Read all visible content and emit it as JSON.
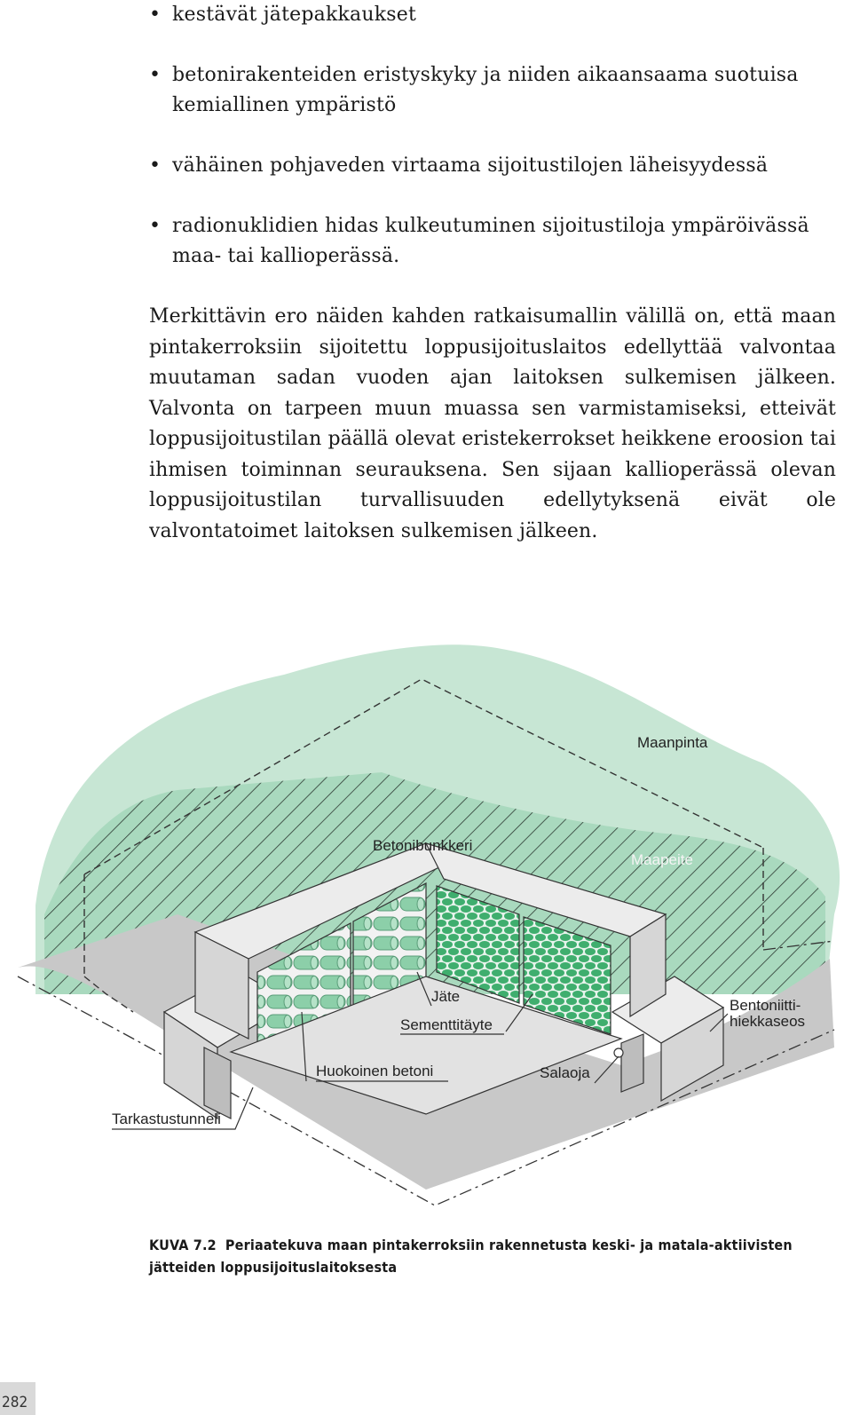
{
  "bullets": [
    "kestävät jätepakkaukset",
    "betonirakenteiden eristyskyky ja niiden aikaansaama suotuisa kemiallinen ympäristö",
    "vähäinen pohjaveden virtaama sijoitustilojen läheisyydessä",
    "radionuklidien hidas kulkeutuminen sijoitustiloja ympäröivässä maa- tai kallioperässä."
  ],
  "paragraph": "Merkittävin ero näiden kahden ratkaisumallin välillä on, että maan pintakerroksiin sijoitettu loppusijoituslaitos edellyttää valvontaa muutaman sadan vuoden ajan laitoksen sulkemisen jälkeen. Valvonta on tarpeen muun muassa sen varmistamiseksi, etteivät loppusijoitustilan päällä olevat eristekerrokset heikkene eroosion tai ihmisen toiminnan seurauksena. Sen sijaan kallioperässä olevan loppusijoitustilan turvallisuuden edellytyksenä eivät ole valvontatoimet laitoksen sulkemisen jälkeen.",
  "figure": {
    "labels": {
      "maanpinta": "Maanpinta",
      "betonibunkkeri": "Betonibunkkeri",
      "maapeite": "Maapeite",
      "jate": "Jäte",
      "sementtitayte": "Sementtitäyte",
      "bentoniitti_1": "Bentoniitti-",
      "bentoniitti_2": "hiekkaseos",
      "huokoinen_betoni": "Huokoinen betoni",
      "salaoja": "Salaoja",
      "tarkastustunneli": "Tarkastustunneli"
    },
    "colors": {
      "green_light": "#c7e6d4",
      "green_mid": "#a9d9be",
      "green_tube": "#8ccfa9",
      "green_hex": "#3fae6e",
      "gray_ground": "#c8c8c8",
      "gray_concrete_top": "#ececec",
      "gray_concrete_side": "#d6d6d6"
    }
  },
  "caption": {
    "number": "KUVA 7.2",
    "text": "Periaatekuva maan pintakerroksiin rakennetusta keski- ja matala-aktiivisten jätteiden loppusijoituslaitoksesta"
  },
  "page_number": "282"
}
